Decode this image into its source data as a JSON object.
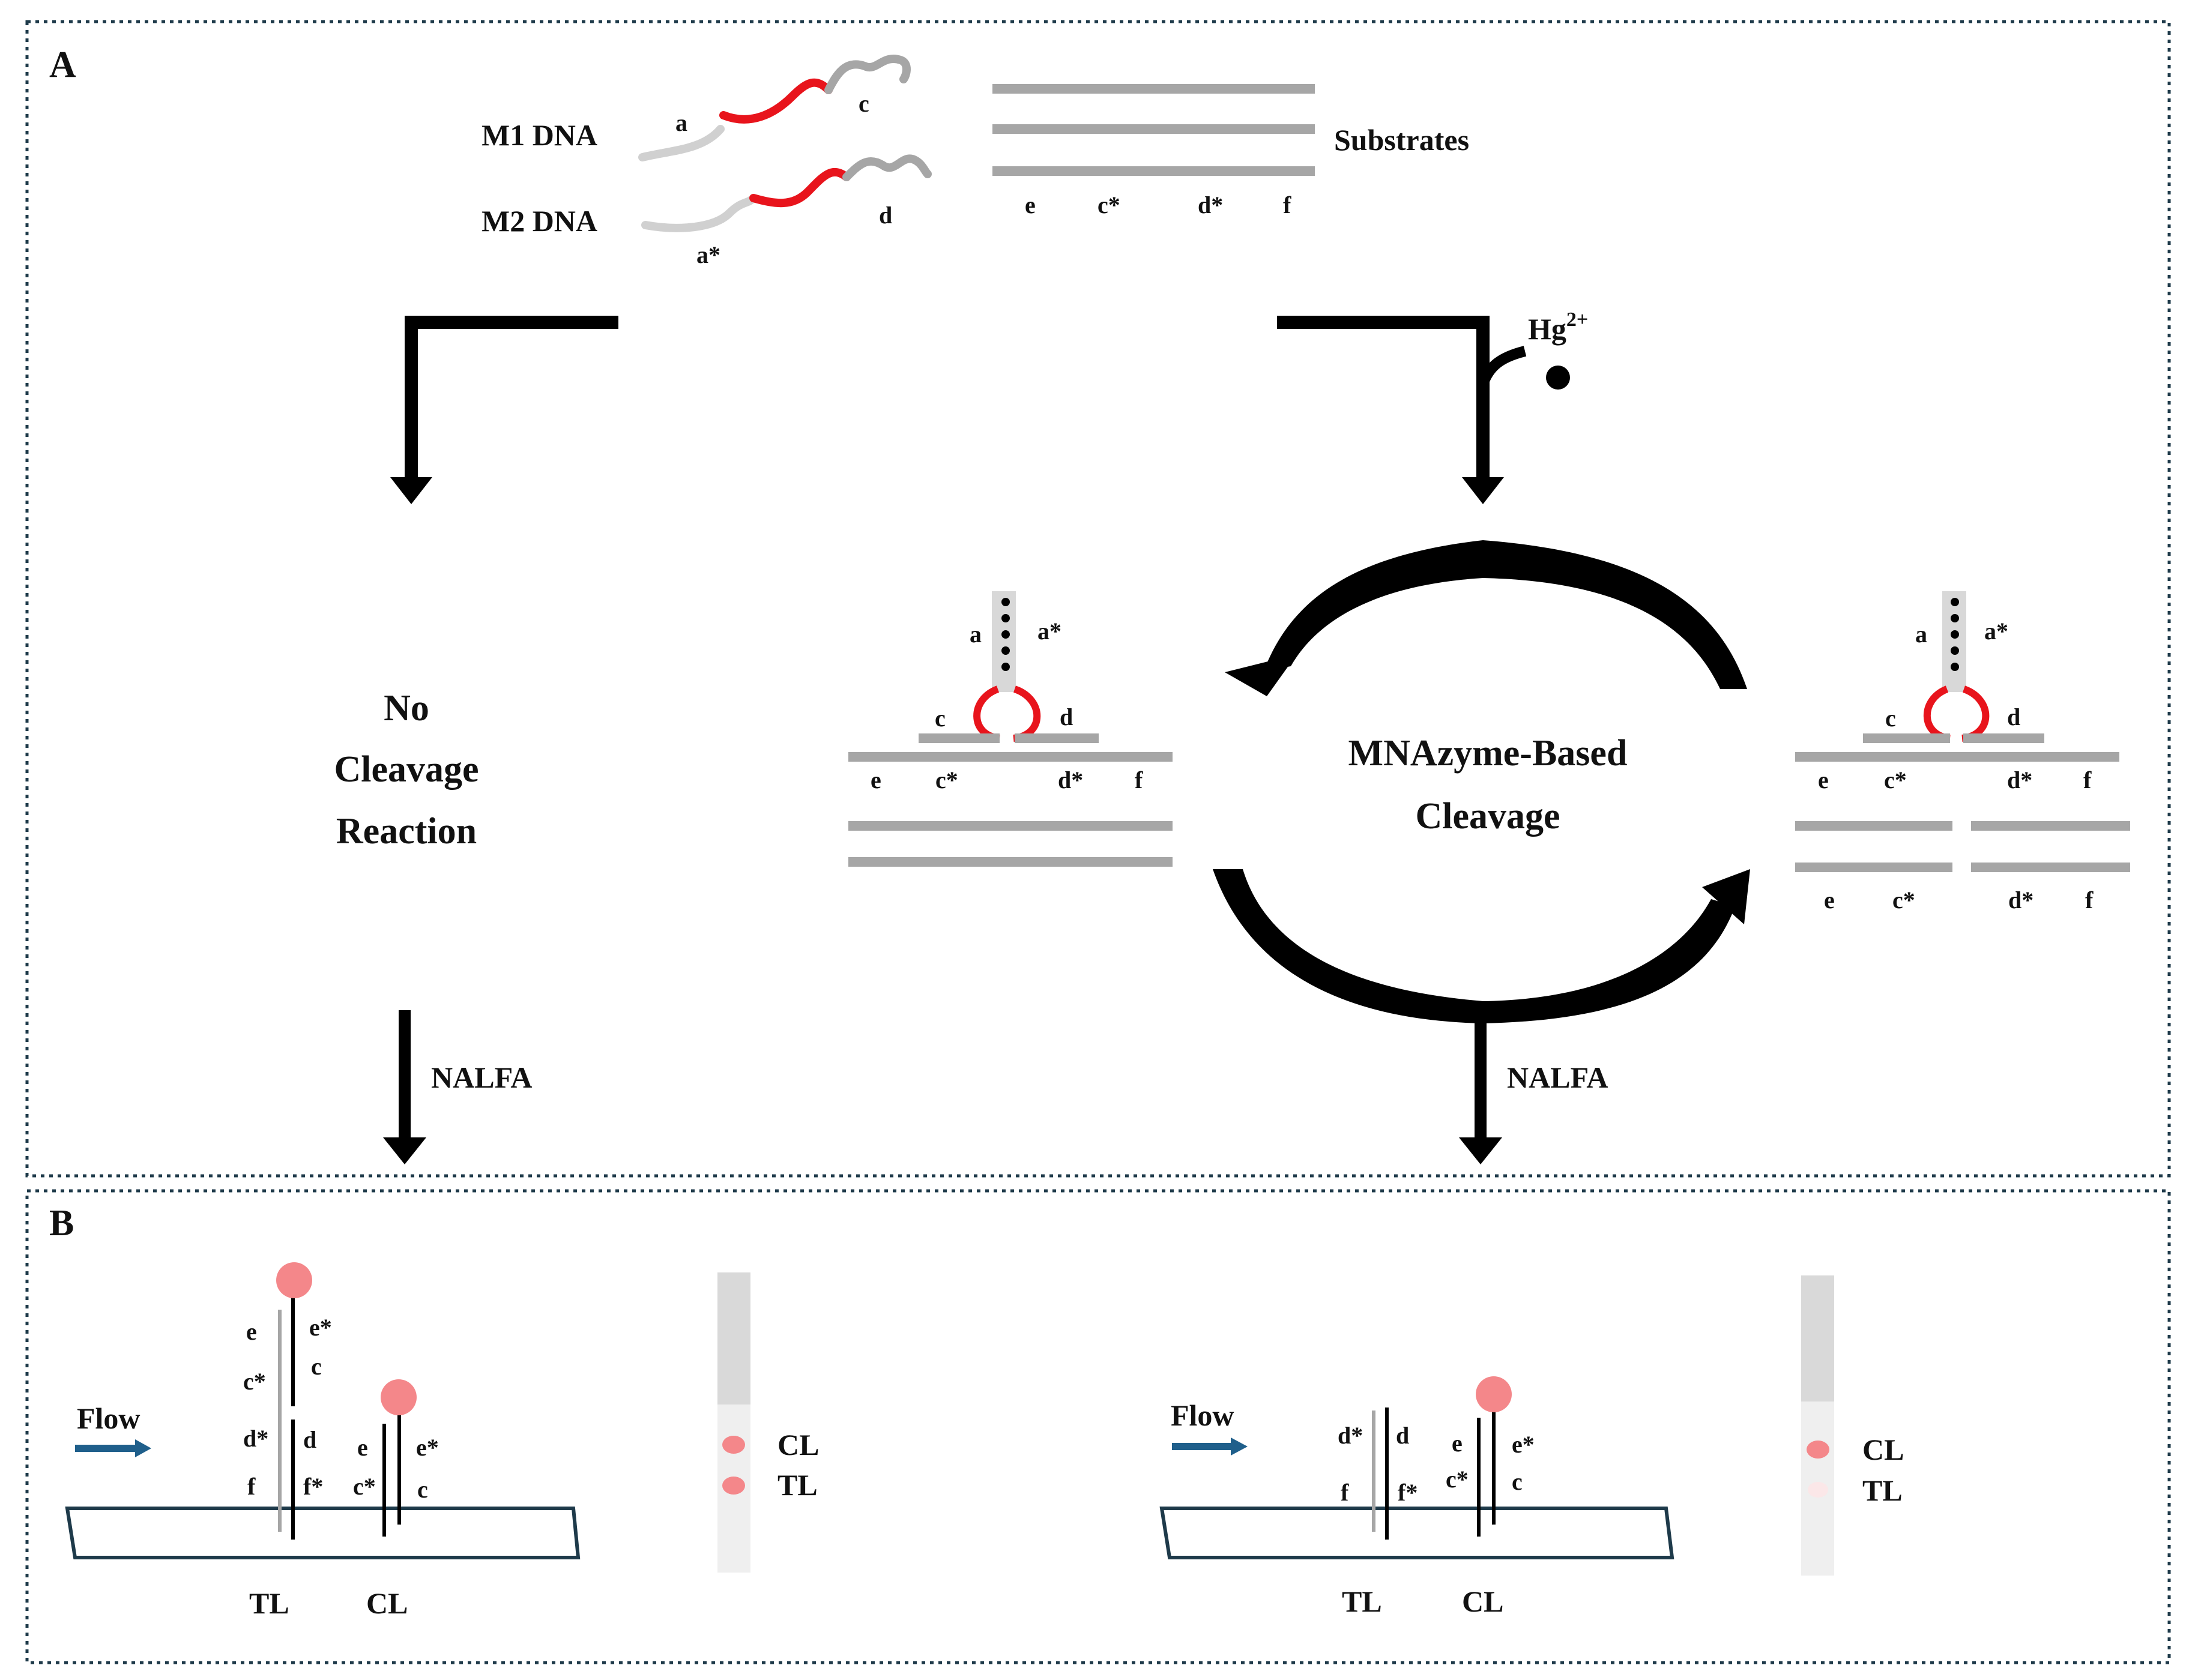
{
  "panel_a": {
    "letter": "A",
    "m1_label": "M1 DNA",
    "m2_label": "M2 DNA",
    "substrates_label": "Substrates",
    "seg_a": "a",
    "seg_a_star": "a*",
    "seg_c": "c",
    "seg_c_star": "c*",
    "seg_d": "d",
    "seg_d_star": "d*",
    "seg_e": "e",
    "seg_f": "f",
    "hg_label": "Hg",
    "hg_charge": "2+",
    "no_cleavage_line1": "No",
    "no_cleavage_line2": "Cleavage",
    "no_cleavage_line3": "Reaction",
    "cycle_line1": "MNAzyme-Based",
    "cycle_line2": "Cleavage",
    "nalfa_left": "NALFA",
    "nalfa_right": "NALFA"
  },
  "panel_b": {
    "letter": "B",
    "flow_label": "Flow",
    "tl_label": "TL",
    "cl_label": "CL",
    "seg_c": "c",
    "seg_c_star": "c*",
    "seg_d": "d",
    "seg_d_star": "d*",
    "seg_e": "e",
    "seg_e_star": "e*",
    "seg_f": "f",
    "seg_f_star": "f*",
    "strip_cl": "CL",
    "strip_tl": "TL"
  },
  "colors": {
    "catalytic_red": "#e8141c",
    "strand_gray": "#a6a6a6",
    "light_gray": "#d0d0d0",
    "gold_dot": "#f4878a",
    "flow_arrow": "#1f5f8b",
    "strip_gray": "#d9d9d9",
    "strip_light": "#efefef"
  }
}
